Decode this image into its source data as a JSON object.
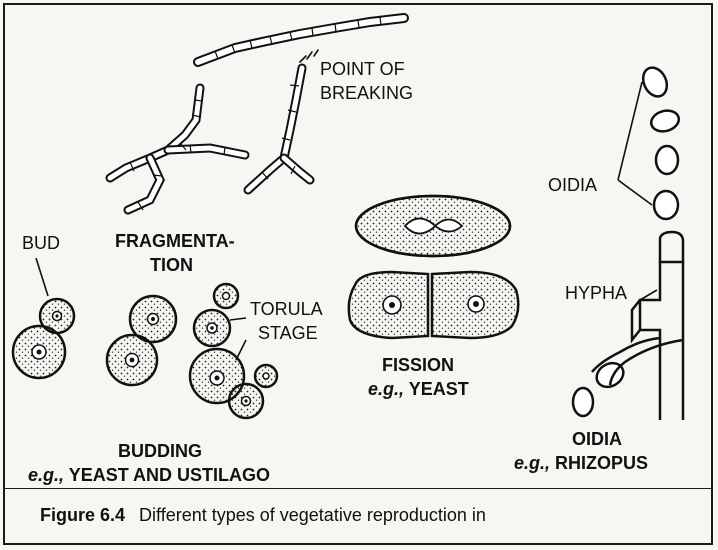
{
  "labels": {
    "point_of_breaking_1": "POINT OF",
    "point_of_breaking_2": "BREAKING",
    "fragmentation_1": "FRAGMENTA-",
    "fragmentation_2": "TION",
    "bud": "BUD",
    "torula_1": "TORULA",
    "torula_2": "STAGE",
    "oidia_label": "OIDIA",
    "hypha": "HYPHA",
    "fission_title": "FISSION",
    "fission_eg": "e.g.,",
    "fission_example": "YEAST",
    "budding_title": "BUDDING",
    "budding_eg": "e.g.,",
    "budding_example": "YEAST AND USTILAGO",
    "oidia_title": "OIDIA",
    "oidia_eg": "e.g.,",
    "oidia_example": "RHIZOPUS"
  },
  "caption": {
    "figure": "Figure 6.4",
    "text": "Different types of vegetative reproduction in"
  }
}
